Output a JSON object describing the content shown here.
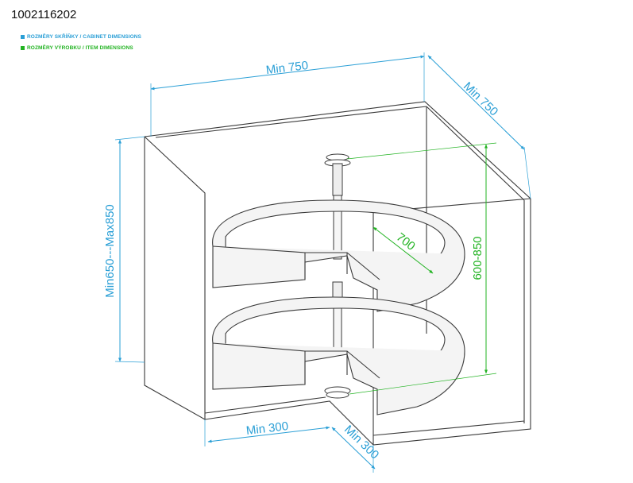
{
  "product_code": "1002116202",
  "legend": {
    "cabinet": "ROZMĚRY SKŘÍŇKY / CABINET DIMENSIONS",
    "item": "ROZMĚRY VÝROBKU / ITEM DIMENSIONS"
  },
  "dimensions": {
    "width_top": "Min 750",
    "depth_top": "Min 750",
    "height_cabinet": "Min650---Max850",
    "item_diameter": "700",
    "item_height": "600-850",
    "opening_front": "Min 300",
    "opening_side": "Min 300"
  },
  "colors": {
    "cabinet_dimension": "#2a9fd6",
    "item_dimension": "#22b322",
    "outline": "#3a3a3a",
    "tray_fill": "#f4f4f4"
  }
}
